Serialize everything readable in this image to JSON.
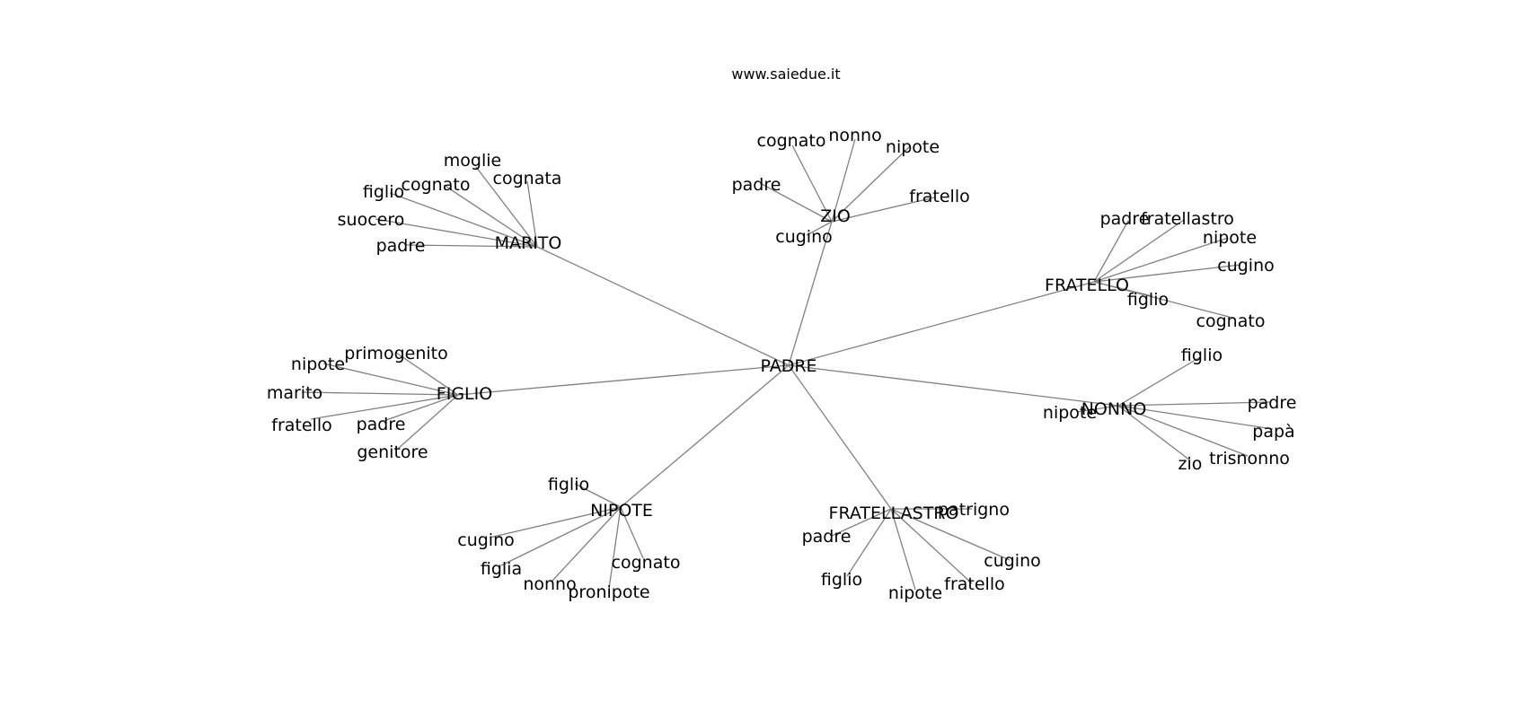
{
  "site": "www.saiedue.it",
  "root": "PADRE",
  "groups": [
    {
      "name": "MARITO",
      "children": [
        "moglie",
        "cognata",
        "cognato",
        "figlio",
        "suocero",
        "padre"
      ]
    },
    {
      "name": "ZIO",
      "children": [
        "cognato",
        "nonno",
        "nipote",
        "padre",
        "fratello",
        "cugino"
      ]
    },
    {
      "name": "FRATELLO",
      "children": [
        "padre",
        "fratellastro",
        "nipote",
        "cugino",
        "figlio",
        "cognato"
      ]
    },
    {
      "name": "FIGLIO",
      "children": [
        "primogenito",
        "nipote",
        "marito",
        "fratello",
        "padre",
        "genitore"
      ]
    },
    {
      "name": "NONNO",
      "children": [
        "figlio",
        "padre",
        "papà",
        "trisnonno",
        "zio",
        "nipote"
      ]
    },
    {
      "name": "NIPOTE",
      "children": [
        "figlio",
        "cugino",
        "figlia",
        "nonno",
        "pronipote",
        "cognato"
      ]
    },
    {
      "name": "FRATELLASTRO",
      "children": [
        "patrigno",
        "padre",
        "figlio",
        "nipote",
        "fratello",
        "cugino"
      ]
    }
  ]
}
